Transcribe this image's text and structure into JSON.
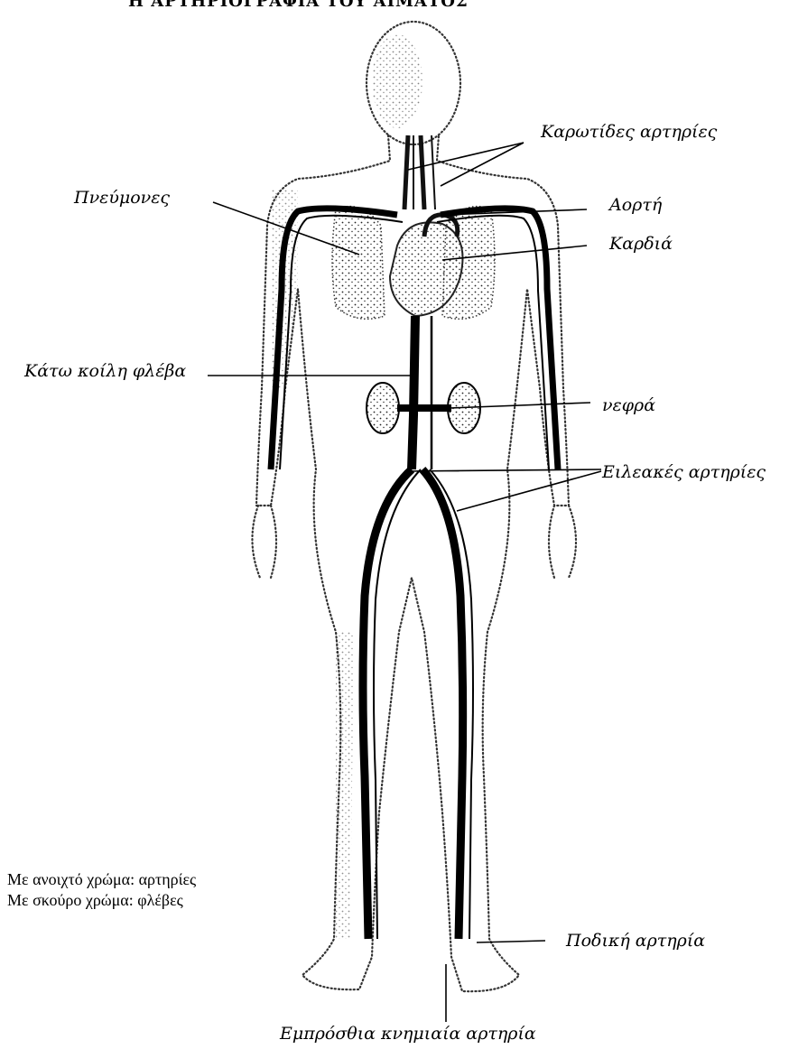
{
  "header": {
    "cut_title": "Η ΑΡΤΗΡΙΟΓΡΑΦΙΑ ΤΟΥ ΑΙΜΑΤΟΣ"
  },
  "labels": {
    "carotid": "Καρωτίδες αρτηρίες",
    "lungs": "Πνεύμονες",
    "aorta": "Αορτή",
    "heart": "Καρδιά",
    "vena_cava": "Κάτω κοίλη φλέβα",
    "kidneys": "νεφρά",
    "iliac": "Ειλεακές αρτηρίες",
    "dorsalis_pedis": "Ποδική αρτηρία",
    "anterior_tibial": "Εμπρόσθια κνημιαία αρτηρία"
  },
  "legend": {
    "arteries": "Με ανοιχτό χρώμα: αρτηρίες",
    "veins": "Με σκούρο χρώμα: φλέβες"
  },
  "colors": {
    "ink": "#000000",
    "stipple": "#222222",
    "paper": "#ffffff"
  }
}
